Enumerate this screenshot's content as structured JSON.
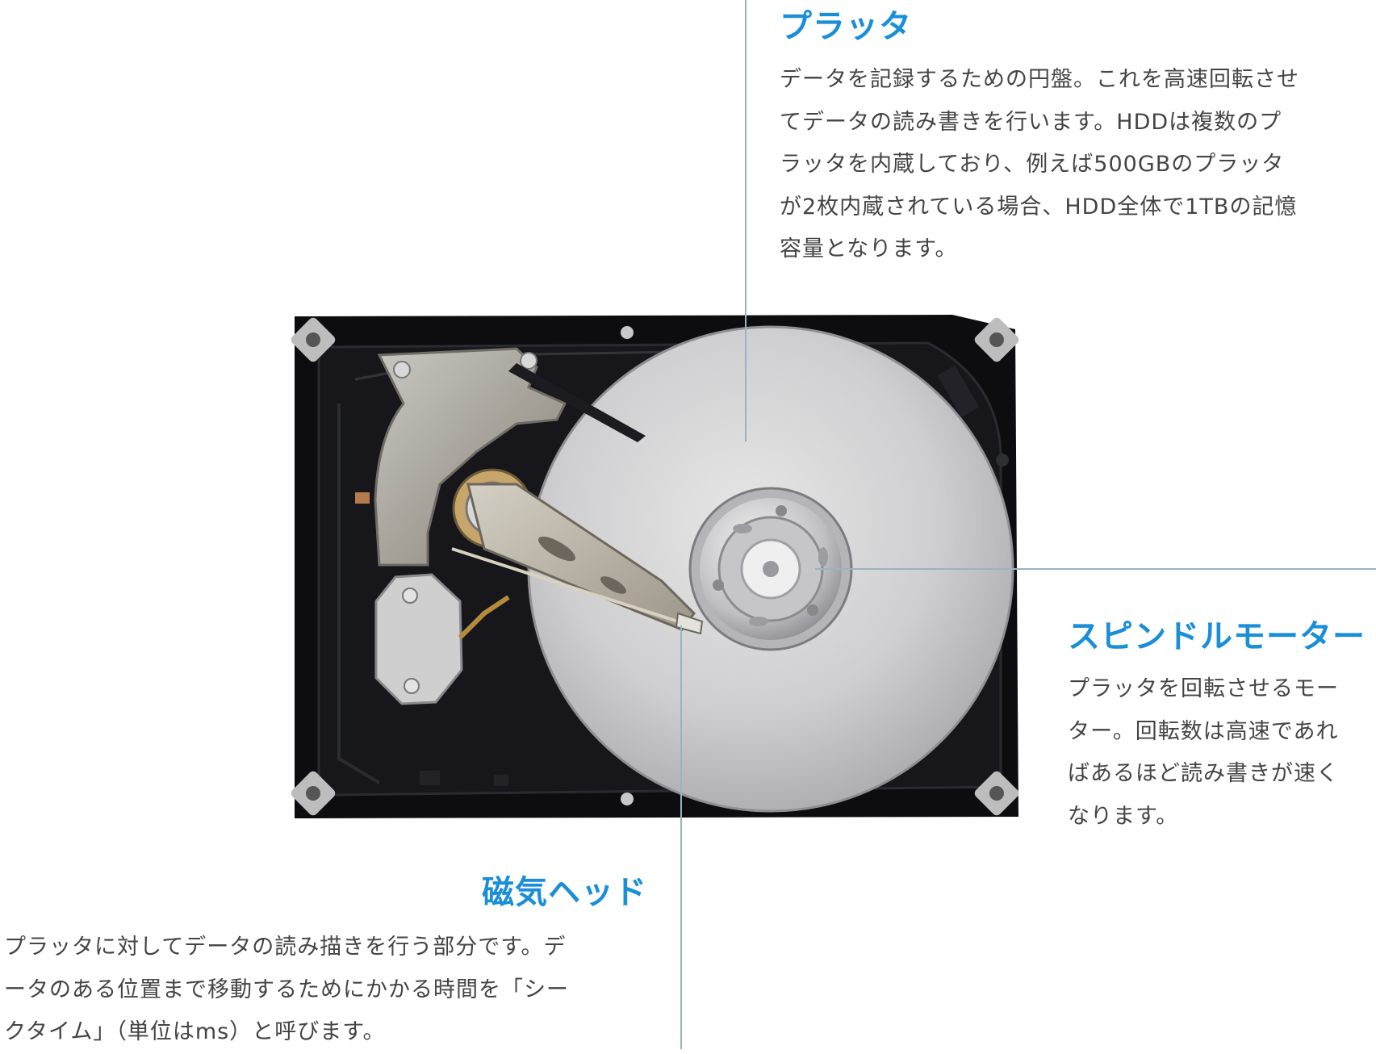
{
  "callouts": {
    "platter": {
      "title": "プラッタ",
      "lines": [
        "データを記録するための円盤。これを高速回転させ",
        "てデータの読み書きを行います。HDDは複数のプ",
        "ラッタを内蔵しており、例えば500GBのプラッタ",
        "が2枚内蔵されている場合、HDD全体で1TBの記憶",
        "容量となります。"
      ]
    },
    "spindle_motor": {
      "title": "スピンドルモーター",
      "lines": [
        "プラッタを回転させるモー",
        "ター。回転数は高速であれ",
        "ばあるほど読み書きが速く",
        "なります。"
      ]
    },
    "magnetic_head": {
      "title": "磁気ヘッド",
      "lines": [
        "プラッタに対してデータの読み描きを行う部分です。デ",
        "ータのある位置まで移動するためにかかる時間を「シー",
        "クタイム」（単位はms）と呼びます。"
      ]
    }
  },
  "colors": {
    "title_accent": "#1a8fd8",
    "body_text": "#444444",
    "leader_line": "#9ab3c4",
    "drive_body": "#0d0d10"
  }
}
